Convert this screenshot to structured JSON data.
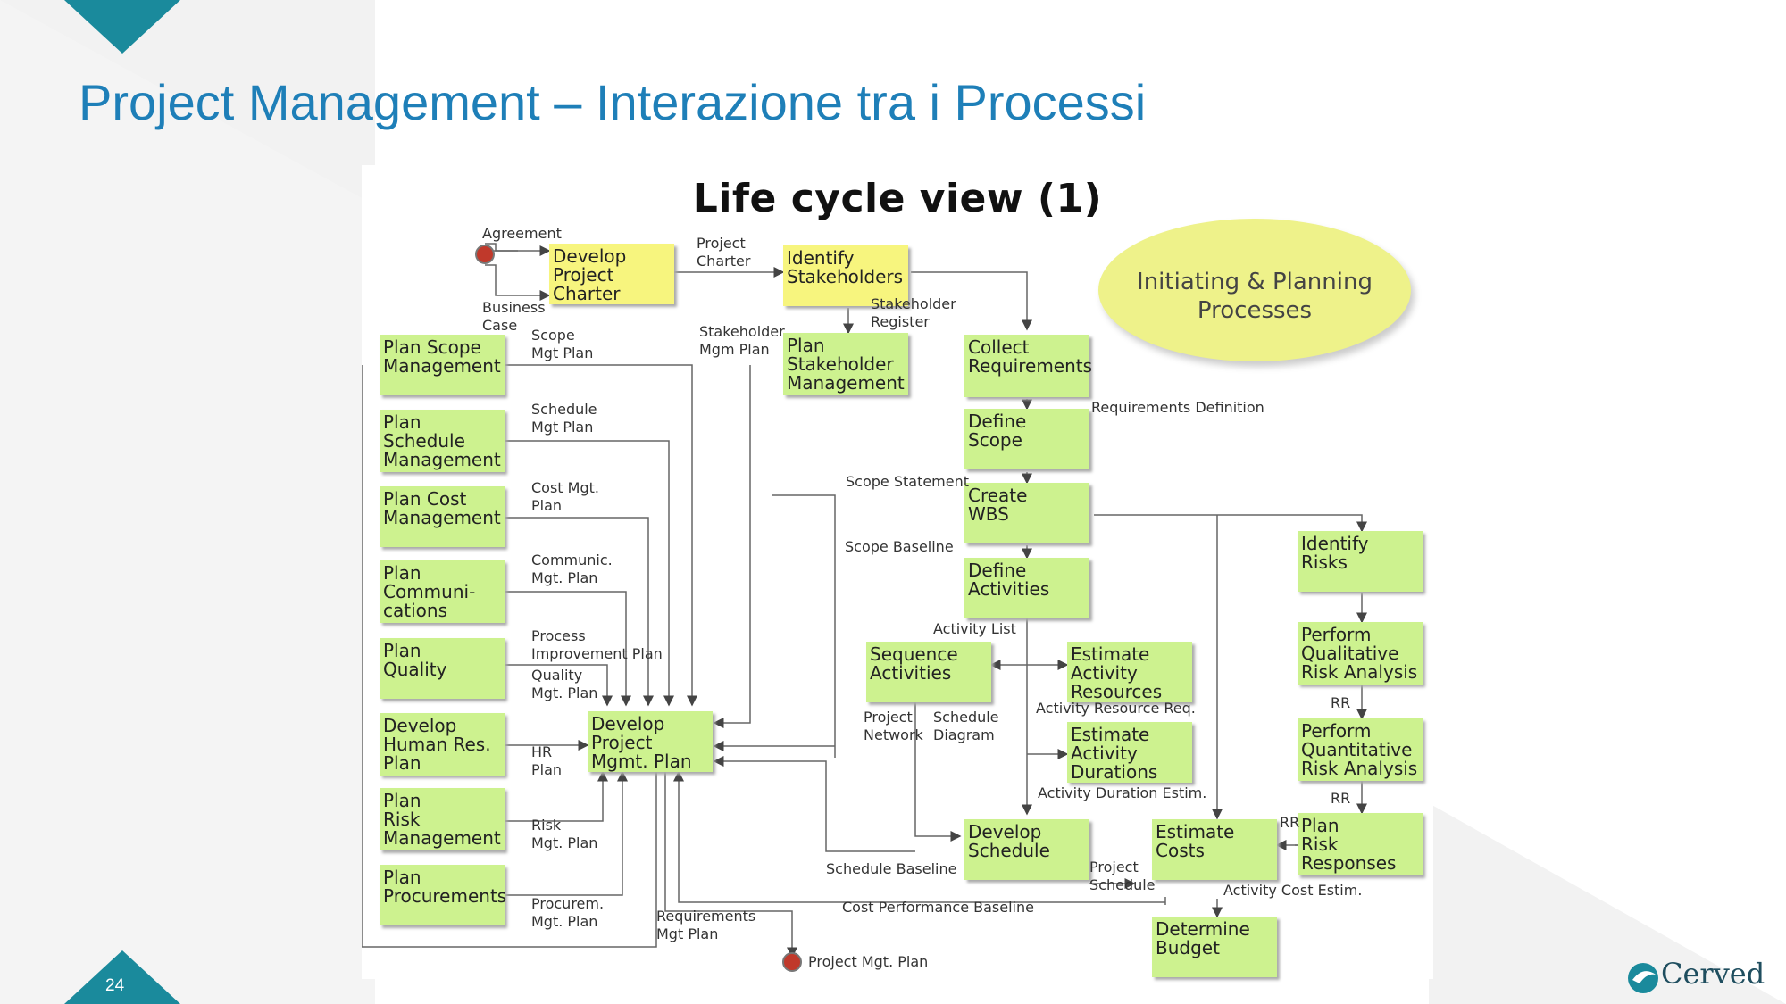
{
  "slide": {
    "title": "Project Management – Interazione tra i Processi",
    "page_number": "24",
    "logo_text": "Cerved",
    "accent_color": "#1e7fb8",
    "corner_color": "#1a8a9c"
  },
  "diagram": {
    "title": "Life cycle view (1)",
    "callout": "Initiating & Planning\nProcesses",
    "boxes": {
      "develop_charter": "Develop\nProject\nCharter",
      "identify_stakeholders": "Identify\nStakeholders",
      "plan_stakeholder": "Plan\nStakeholder\nManagement",
      "collect_requirements": "Collect\nRequirements",
      "define_scope": "Define\nScope",
      "create_wbs": "Create\nWBS",
      "define_activities": "Define\nActivities",
      "sequence_activities": "Sequence\nActivities",
      "estimate_resources": "Estimate\nActivity\nResources",
      "estimate_durations": "Estimate\nActivity\nDurations",
      "develop_schedule": "Develop\nSchedule",
      "estimate_costs": "Estimate\nCosts",
      "determine_budget": "Determine\nBudget",
      "identify_risks": "Identify\nRisks",
      "qualitative_risk": "Perform\nQualitative\nRisk Analysis",
      "quantitative_risk": "Perform\nQuantitative\nRisk Analysis",
      "plan_risk_responses": "Plan\nRisk\nResponses",
      "plan_scope": "Plan Scope\nManagement",
      "plan_schedule": "Plan\nSchedule\nManagement",
      "plan_cost": "Plan Cost\nManagement",
      "plan_communications": "Plan\nCommuni-\ncations",
      "plan_quality": "Plan\nQuality",
      "develop_hr": "Develop\nHuman Res.\nPlan",
      "plan_risk": "Plan\nRisk\nManagement",
      "plan_procurements": "Plan\nProcurements",
      "develop_pm_plan": "Develop\nProject\nMgmt. Plan"
    },
    "labels": {
      "agreement": "Agreement",
      "business_case": "Business\nCase",
      "project_charter": "Project\nCharter",
      "stakeholder_register": "Stakeholder\nRegister",
      "stakeholder_mgm_plan": "Stakeholder\nMgm Plan",
      "scope_mgt_plan": "Scope\nMgt Plan",
      "schedule_mgt_plan": "Schedule\nMgt Plan",
      "cost_mgt_plan": "Cost Mgt.\nPlan",
      "communic_mgt_plan": "Communic.\nMgt. Plan",
      "process_improvement": "Process\nImprovement Plan",
      "quality_mgt_plan": "Quality\nMgt. Plan",
      "hr_plan": "HR\nPlan",
      "risk_mgt_plan": "Risk\nMgt. Plan",
      "procurem_mgt_plan": "Procurem.\nMgt. Plan",
      "requirements_mgt_plan": "Requirements\nMgt Plan",
      "project_mgt_plan": "Project Mgt. Plan",
      "requirements_definition": "Requirements Definition",
      "scope_statement": "Scope Statement",
      "scope_baseline": "Scope  Baseline",
      "activity_list": "Activity  List",
      "project_network": "Project\nNetwork",
      "schedule_diagram": "Schedule\nDiagram",
      "activity_resource_req": "Activity   Resource Req.",
      "activity_duration_estim": "Activity  Duration  Estim.",
      "schedule_baseline": "Schedule Baseline",
      "project_schedule": "Project\nSchedule",
      "cost_performance_baseline": "Cost Performance Baseline",
      "activity_cost_estim": "Activity Cost Estim.",
      "rr1": "RR",
      "rr2": "RR",
      "rr3": "RR"
    }
  }
}
